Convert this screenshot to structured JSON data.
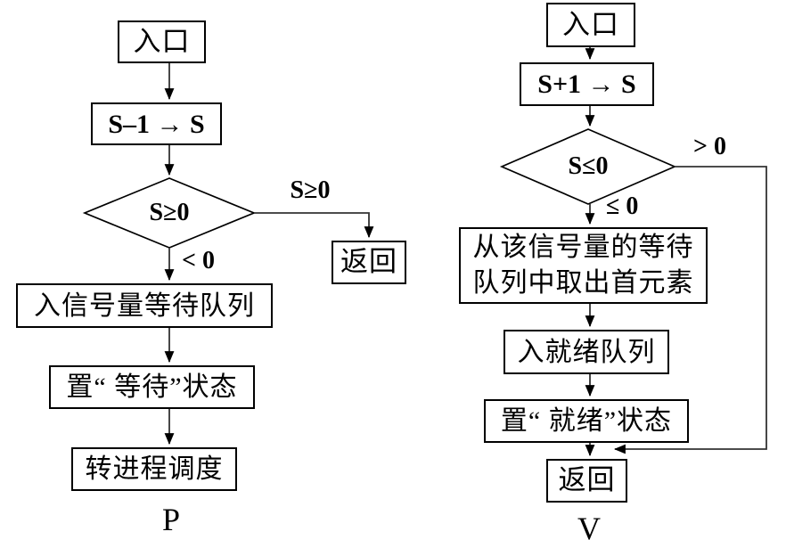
{
  "p_chart": {
    "label": "P",
    "entry": "入口",
    "operation": "S–1 → S",
    "condition": "S≥0",
    "branch_right": "S≥0",
    "branch_down": "< 0",
    "return": "返回",
    "step1": "入信号量等待队列",
    "step2": "置“ 等待”状态",
    "step3": "转进程调度"
  },
  "v_chart": {
    "label": "V",
    "entry": "入口",
    "operation": "S+1 → S",
    "condition": "S≤0",
    "branch_right": "> 0",
    "branch_down": "≤ 0",
    "step1_line1": "从该信号量的等待",
    "step1_line2": "队列中取出首元素",
    "step2": "入就绪队列",
    "step3": "置“ 就绪”状态",
    "return": "返回"
  },
  "colors": {
    "line": "#333333",
    "arrowhead": "#000000",
    "border": "#000000",
    "background": "#ffffff"
  }
}
